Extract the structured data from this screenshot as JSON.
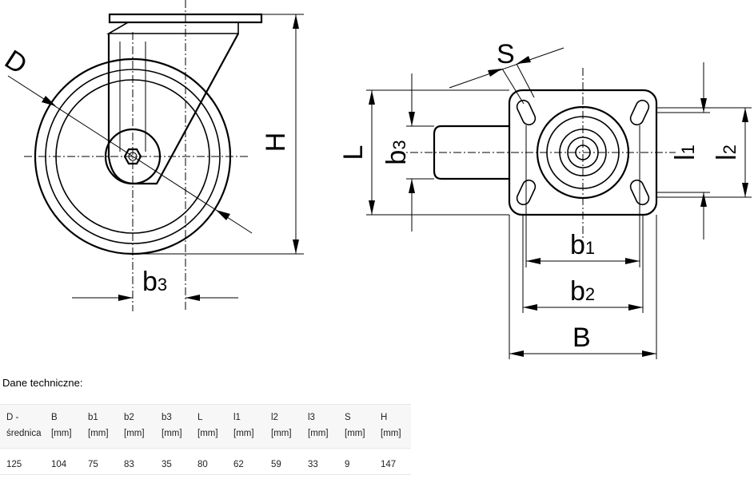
{
  "drawing": {
    "labels": {
      "D": "D",
      "H": "H",
      "b3_left": {
        "main": "b",
        "sub": "3"
      },
      "S": "S",
      "L": "L",
      "b3_right": {
        "main": "b",
        "sub": "3"
      },
      "l1": {
        "main": "l",
        "sub": "1"
      },
      "l2": {
        "main": "l",
        "sub": "2"
      },
      "b1": {
        "main": "b",
        "sub": "1"
      },
      "b2": {
        "main": "b",
        "sub": "2"
      },
      "B": "B"
    }
  },
  "specs": {
    "title": "Dane techniczne:",
    "columns": [
      {
        "name": "D -",
        "unit": "średnica"
      },
      {
        "name": "B",
        "unit": "[mm]"
      },
      {
        "name": "b1",
        "unit": "[mm]"
      },
      {
        "name": "b2",
        "unit": "[mm]"
      },
      {
        "name": "b3",
        "unit": "[mm]"
      },
      {
        "name": "L",
        "unit": "[mm]"
      },
      {
        "name": "l1",
        "unit": "[mm]"
      },
      {
        "name": "l2",
        "unit": "[mm]"
      },
      {
        "name": "l3",
        "unit": "[mm]"
      },
      {
        "name": "S",
        "unit": "[mm]"
      },
      {
        "name": "H",
        "unit": "[mm]"
      }
    ],
    "values": [
      "125",
      "104",
      "75",
      "83",
      "35",
      "80",
      "62",
      "59",
      "33",
      "9",
      "147"
    ]
  }
}
